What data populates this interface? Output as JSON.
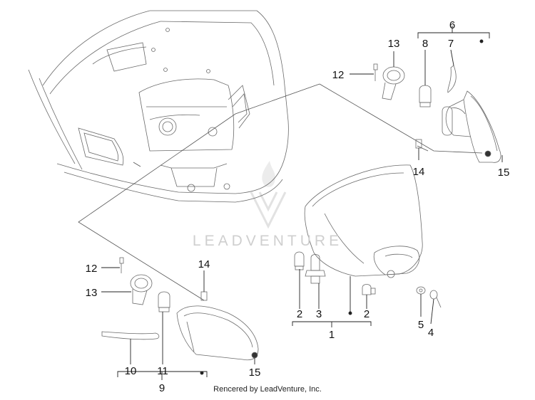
{
  "callouts": [
    {
      "id": "label-1",
      "text": "1"
    },
    {
      "id": "label-2a",
      "text": "2"
    },
    {
      "id": "label-2b",
      "text": "2"
    },
    {
      "id": "label-3",
      "text": "3"
    },
    {
      "id": "label-4",
      "text": "4"
    },
    {
      "id": "label-5",
      "text": "5"
    },
    {
      "id": "label-6",
      "text": "6"
    },
    {
      "id": "label-7",
      "text": "7"
    },
    {
      "id": "label-8",
      "text": "8"
    },
    {
      "id": "label-9",
      "text": "9"
    },
    {
      "id": "label-10",
      "text": "10"
    },
    {
      "id": "label-11",
      "text": "11"
    },
    {
      "id": "label-12a",
      "text": "12"
    },
    {
      "id": "label-12b",
      "text": "12"
    },
    {
      "id": "label-13a",
      "text": "13"
    },
    {
      "id": "label-13b",
      "text": "13"
    },
    {
      "id": "label-14a",
      "text": "14"
    },
    {
      "id": "label-14b",
      "text": "14"
    },
    {
      "id": "label-15a",
      "text": "15"
    },
    {
      "id": "label-15b",
      "text": "15"
    }
  ],
  "watermark": {
    "text": "LEADVENTURE"
  },
  "footer": {
    "text": "Rencered by LeadVenture, Inc."
  }
}
